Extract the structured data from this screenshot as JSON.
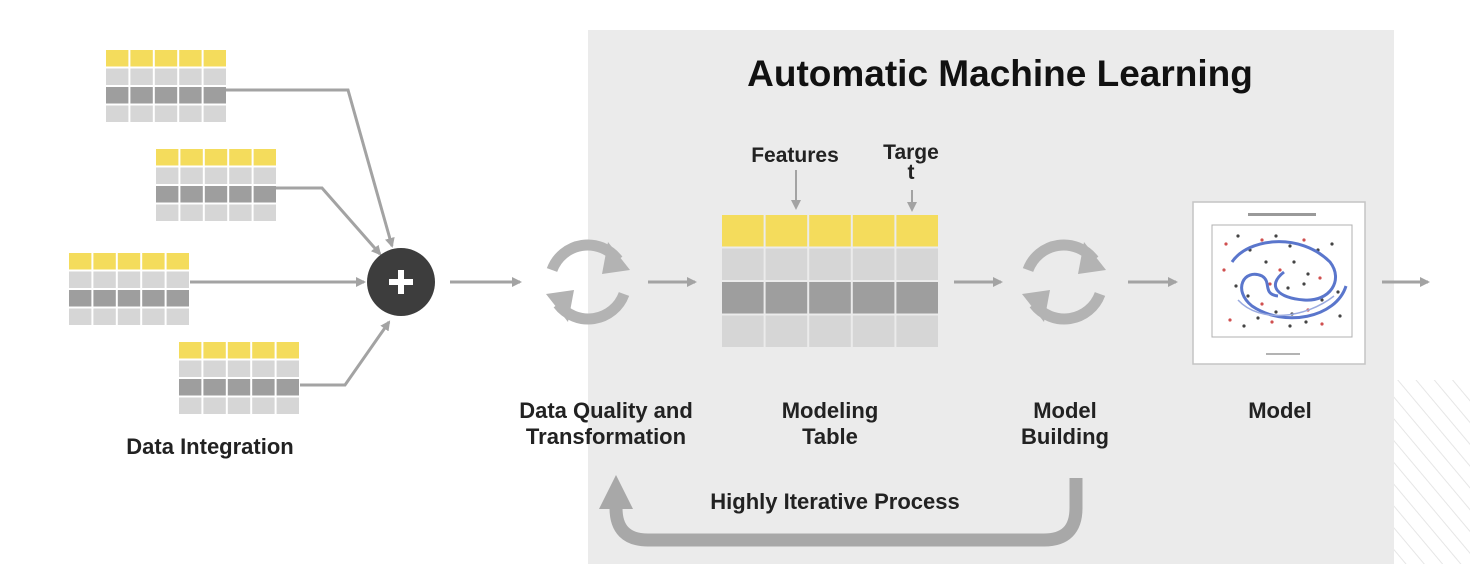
{
  "title": "Automatic Machine Learning",
  "labels": {
    "data_integration": "Data Integration",
    "data_quality": "Data Quality and\nTransformation",
    "modeling_table": "Modeling\nTable",
    "model_building": "Model\nBuilding",
    "model": "Model",
    "iterative": "Highly Iterative Process",
    "features": "Features",
    "target": "Targe\nt"
  },
  "colors": {
    "panel": "#ebebeb",
    "header_row": "#f4dc5c",
    "light_row": "#d6d6d6",
    "dark_row": "#9e9e9e",
    "arrow": "#a3a3a3",
    "plus_circle": "#3d3d3d",
    "cycle": "#b3b3b3"
  },
  "icons": {
    "merge": "plus-circle-icon",
    "transform": "refresh-cycle-icon",
    "build": "refresh-cycle-icon",
    "model": "scatter-plot-thumbnail"
  }
}
